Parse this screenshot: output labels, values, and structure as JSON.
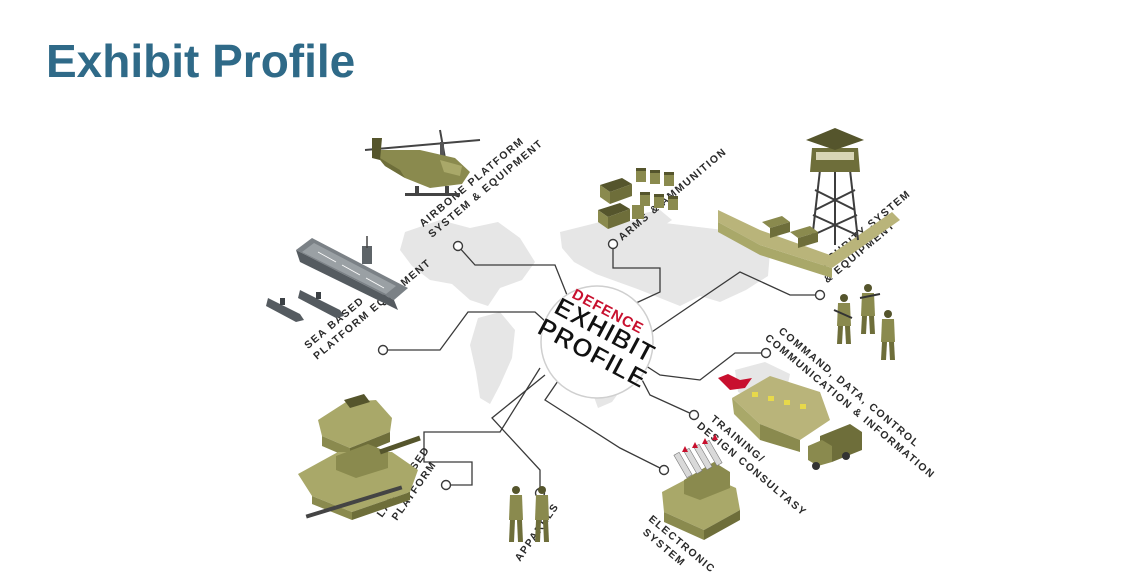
{
  "title": "Exhibit Profile",
  "hub": {
    "line1": "DEFENCE",
    "line2": "EXHIBIT",
    "line3": "PROFILE",
    "accent_color": "#c8102e"
  },
  "categories": [
    {
      "id": "airbone",
      "line1": "AIRBONE PLATFORM",
      "line2": "SYSTEM & EQUIPMENT",
      "icon": "helicopter-icon"
    },
    {
      "id": "arms",
      "line1": "ARMS & AMMUNITION",
      "line2": "",
      "icon": "ammunition-crates-icon"
    },
    {
      "id": "security",
      "line1": "SECURITY SYSTEM",
      "line2": "& EQUIPMENT",
      "icon": "watchtower-icon"
    },
    {
      "id": "sea",
      "line1": "SEA BASED",
      "line2": "PLATFORM EQUIPMENT",
      "icon": "aircraft-carrier-icon"
    },
    {
      "id": "command",
      "line1": "COMMAND, DATA, CONTROL",
      "line2": "COMMUNICATION & INFORMATION",
      "icon": "soldiers-icon"
    },
    {
      "id": "training",
      "line1": "TRAINING/",
      "line2": "DESIGN CONSULTASY",
      "icon": "army-tent-icon"
    },
    {
      "id": "land",
      "line1": "LAND BASED",
      "line2": "PLATFORM",
      "icon": "tank-icon"
    },
    {
      "id": "apparels",
      "line1": "APPARELS",
      "line2": "",
      "icon": "infantry-icon"
    },
    {
      "id": "electronic",
      "line1": "ELECTRONIC",
      "line2": "SYSTEM",
      "icon": "missile-launcher-icon"
    }
  ],
  "colors": {
    "title": "#2f6a88",
    "olive": "#8a8a4e",
    "line": "#3a3a3a",
    "map": "#e6e6e6"
  }
}
